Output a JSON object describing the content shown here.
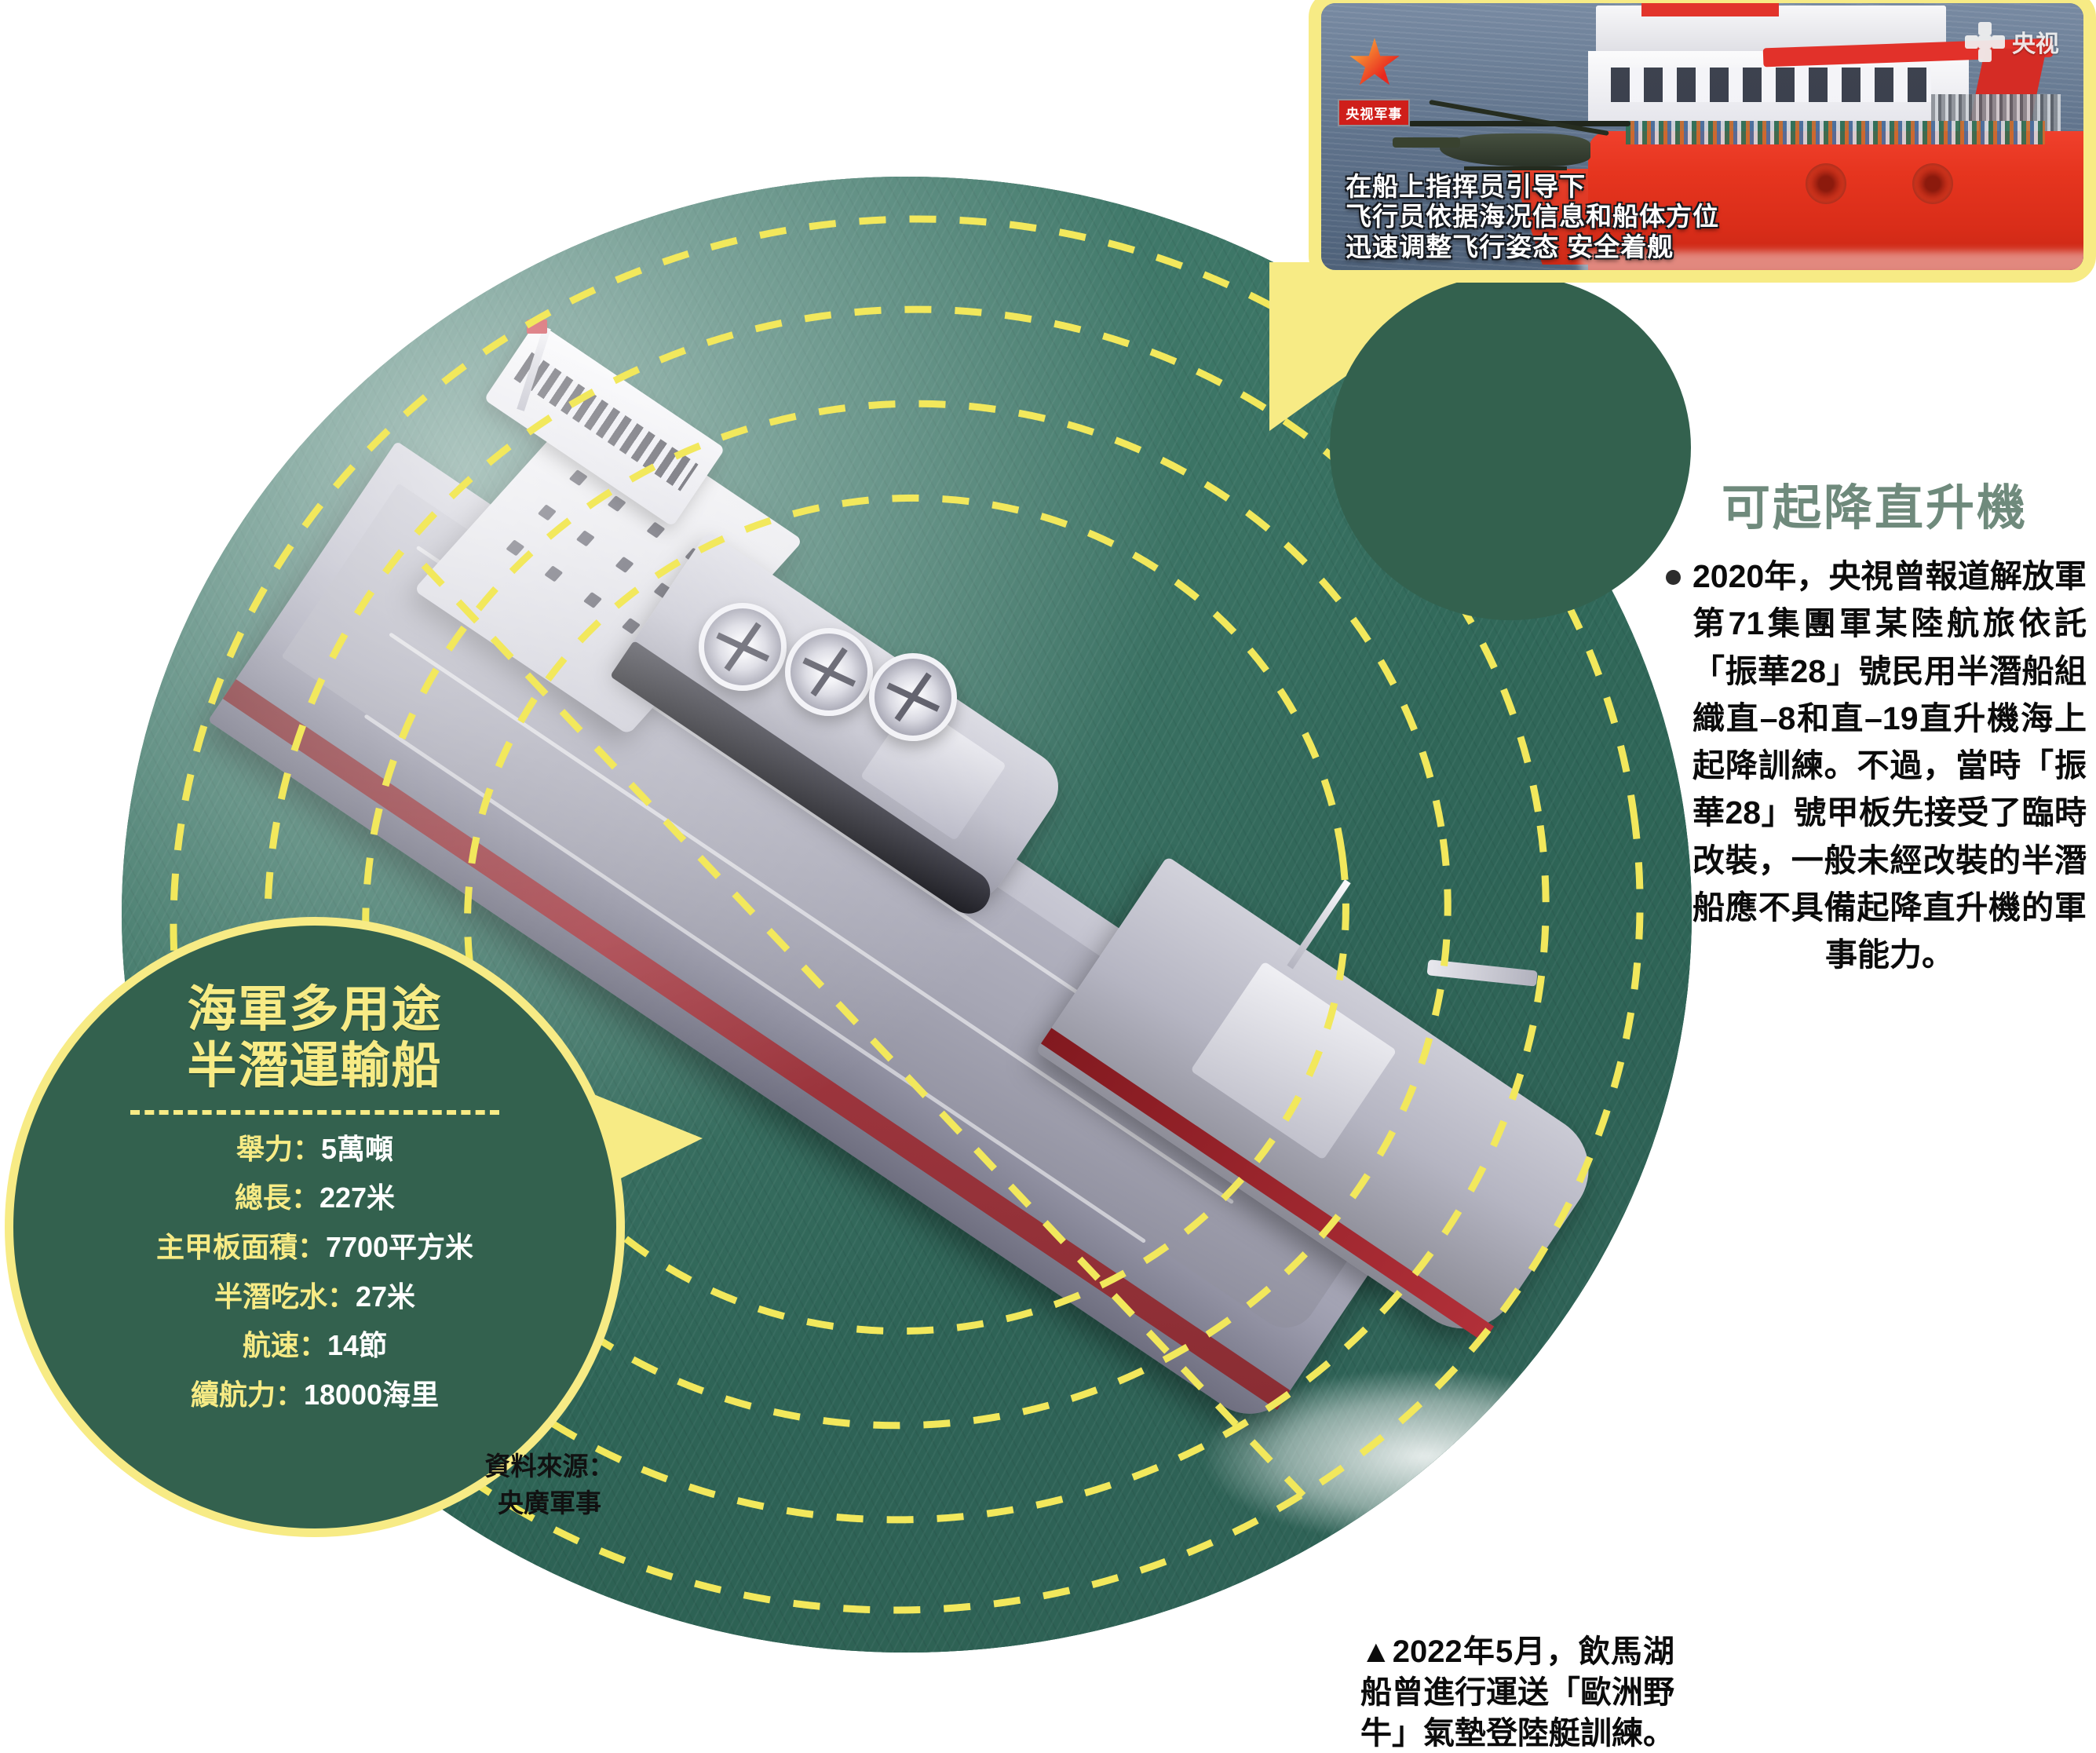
{
  "spec_circle": {
    "title_line1": "海軍多用途",
    "title_line2": "半潛運輸船",
    "rows": [
      {
        "key": "舉力：",
        "value": "5萬噸"
      },
      {
        "key": "總長：",
        "value": "227米"
      },
      {
        "key": "主甲板面積：",
        "value": "7700平方米"
      },
      {
        "key": "半潛吃水：",
        "value": "27米"
      },
      {
        "key": "航速：",
        "value": "14節"
      },
      {
        "key": "續航力：",
        "value": "18000海里"
      }
    ]
  },
  "source_note": {
    "line1": "資料來源：",
    "line2": "央廣軍事"
  },
  "photo_card": {
    "cctv_military_badge": "央视军事",
    "cctv_watermark": "央视",
    "caption_line1": "在船上指挥员引导下",
    "caption_line2": "飞行员依据海况信息和船体方位",
    "caption_line3": "迅速调整飞行姿态 安全着舰"
  },
  "right_panel": {
    "title": "可起降直升機",
    "body": "2020年，央視曾報道解放軍第71集團軍某陸航旅依託「振華28」號民用半潛船組織直–8和直–19直升機海上起降訓練。不過，當時「振華28」號甲板先接受了臨時改裝，一般未經改裝的半潛船應不具備起降直升機的軍事能力。"
  },
  "bottom_caption": {
    "text": "▲2022年5月，飲馬湖船曾進行運送「歐洲野牛」氣墊登陸艇訓練。"
  },
  "colors": {
    "deep_green": "#33614e",
    "accent_yellow": "#f7eb85",
    "title_sage": "#6f8a7c",
    "white": "#ffffff",
    "black_text": "#0b0b0b",
    "cctv_red": "#cf1f1a",
    "ship_red": "#e6351f"
  }
}
